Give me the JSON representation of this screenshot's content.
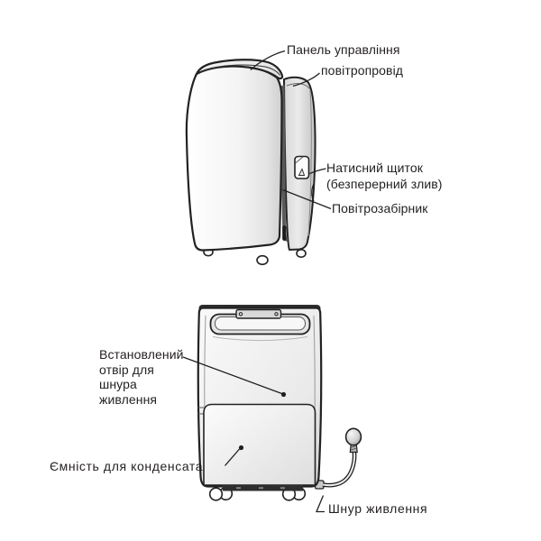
{
  "diagram": {
    "description": "Dehumidifier parts diagram, two views",
    "labels": {
      "control_panel": "Панель управління",
      "air_duct": "повітропровід",
      "push_panel": "Натисний щиток\n(безперерний злив)",
      "air_intake": "Повітрозабірник",
      "cord_hole": "Встановлений\nотвір для\nшнура\nживлення",
      "condensate_tank": "Ємність для конденсата",
      "power_cord": "Шнур живлення"
    },
    "colors": {
      "line": "#231f20",
      "text": "#231f20",
      "background": "#ffffff",
      "dark_trim": "#2e2e2e",
      "body_light": "#fbfbfb",
      "body_shade": "#cfcfcf"
    }
  }
}
